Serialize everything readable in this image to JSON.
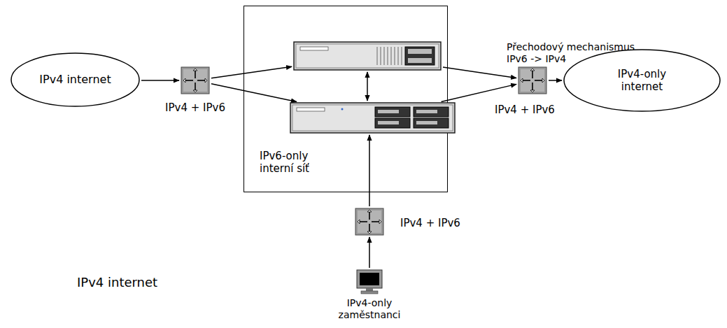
{
  "diagram": {
    "nodes": [
      {
        "text": [
          "IPv4 internet"
        ]
      },
      {
        "text": [
          "IPv4 + IPv6"
        ]
      },
      {
        "text": [
          "IPv6-only interní síť"
        ]
      },
      {
        "text": [],
        "in": 2
      },
      {
        "text": [],
        "in": 2
      },
      {
        "text": [
          "Přechodový mechanismus IPv6 -> IPv4",
          "IPv4 + IPv6"
        ]
      },
      {
        "text": [
          "IPv4-only internet"
        ]
      },
      {
        "text": [
          "IPv4 + IPv6"
        ]
      },
      {
        "text": [
          "IPv4-only zaměstnanci"
        ]
      }
    ],
    "edges": [
      {
        "from": 0,
        "to": 1,
        "arrow": "to"
      },
      {
        "from": 1,
        "to": 3,
        "arrow": "to"
      },
      {
        "from": 1,
        "to": 4,
        "arrow": "to"
      },
      {
        "from": 3,
        "to": 4,
        "arrow": "both"
      },
      {
        "from": 3,
        "to": 5,
        "arrow": "to"
      },
      {
        "from": 4,
        "to": 5,
        "arrow": "to"
      },
      {
        "from": 5,
        "to": 6,
        "arrow": "to"
      },
      {
        "from": 8,
        "to": 7,
        "arrow": "to"
      },
      {
        "from": 7,
        "to": 4,
        "arrow": "to"
      }
    ],
    "labels": [
      "IPv4 internet"
    ]
  }
}
